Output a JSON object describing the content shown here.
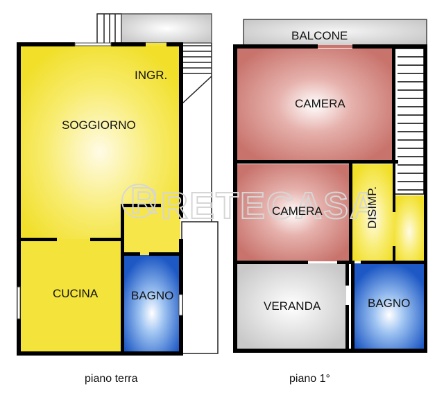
{
  "ground_floor": {
    "caption": "piano terra",
    "rooms": {
      "entrance": "INGR.",
      "living_room": "SOGGIORNO",
      "kitchen": "CUCINA",
      "bathroom": "BAGNO"
    }
  },
  "first_floor": {
    "caption": "piano 1°",
    "rooms": {
      "balcony": "BALCONE",
      "bedroom_1": "CAMERA",
      "bedroom_2": "CAMERA",
      "hallway": "DISIMP.",
      "veranda": "VERANDA",
      "bathroom": "BAGNO"
    }
  },
  "watermark": {
    "logo_letter": "R",
    "text": "RETECASA"
  },
  "colors": {
    "living": "#f3e33a",
    "bathroom": "#1f5fc8",
    "bedroom": "#c9756e",
    "veranda": "#c8c8c8",
    "balcony": "#d0d0d0",
    "wall": "#000000"
  }
}
